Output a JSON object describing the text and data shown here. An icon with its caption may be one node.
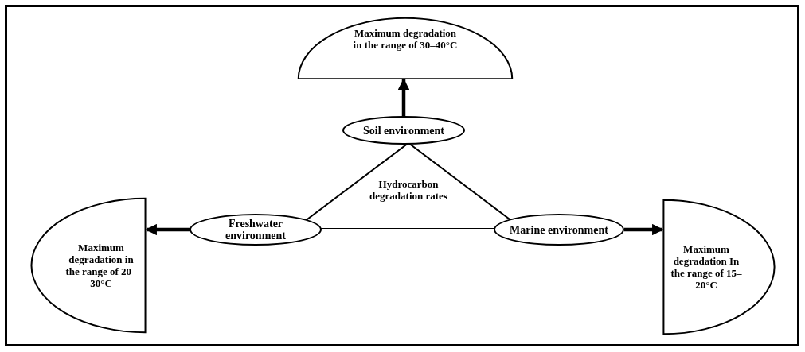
{
  "diagram": {
    "nodes": [
      {
        "text": [
          "Maximum degradation in the range of 30–40°C"
        ]
      },
      {
        "text": [
          "Soil environment"
        ]
      },
      {
        "text": [
          "Hydrocarbon degradation rates"
        ]
      },
      {
        "text": [
          "Freshwater environment"
        ]
      },
      {
        "text": [
          "Marine environment"
        ]
      },
      {
        "text": [
          "Maximum degradation in the range of 20–30°C"
        ]
      },
      {
        "text": [
          "Maximum degradation In the range of 15–20°C"
        ]
      }
    ],
    "edges": [
      {
        "from": 1,
        "to": 0,
        "arrow": "to"
      },
      {
        "from": 3,
        "to": 5,
        "arrow": "to"
      },
      {
        "from": 4,
        "to": 6,
        "arrow": "to"
      }
    ]
  }
}
